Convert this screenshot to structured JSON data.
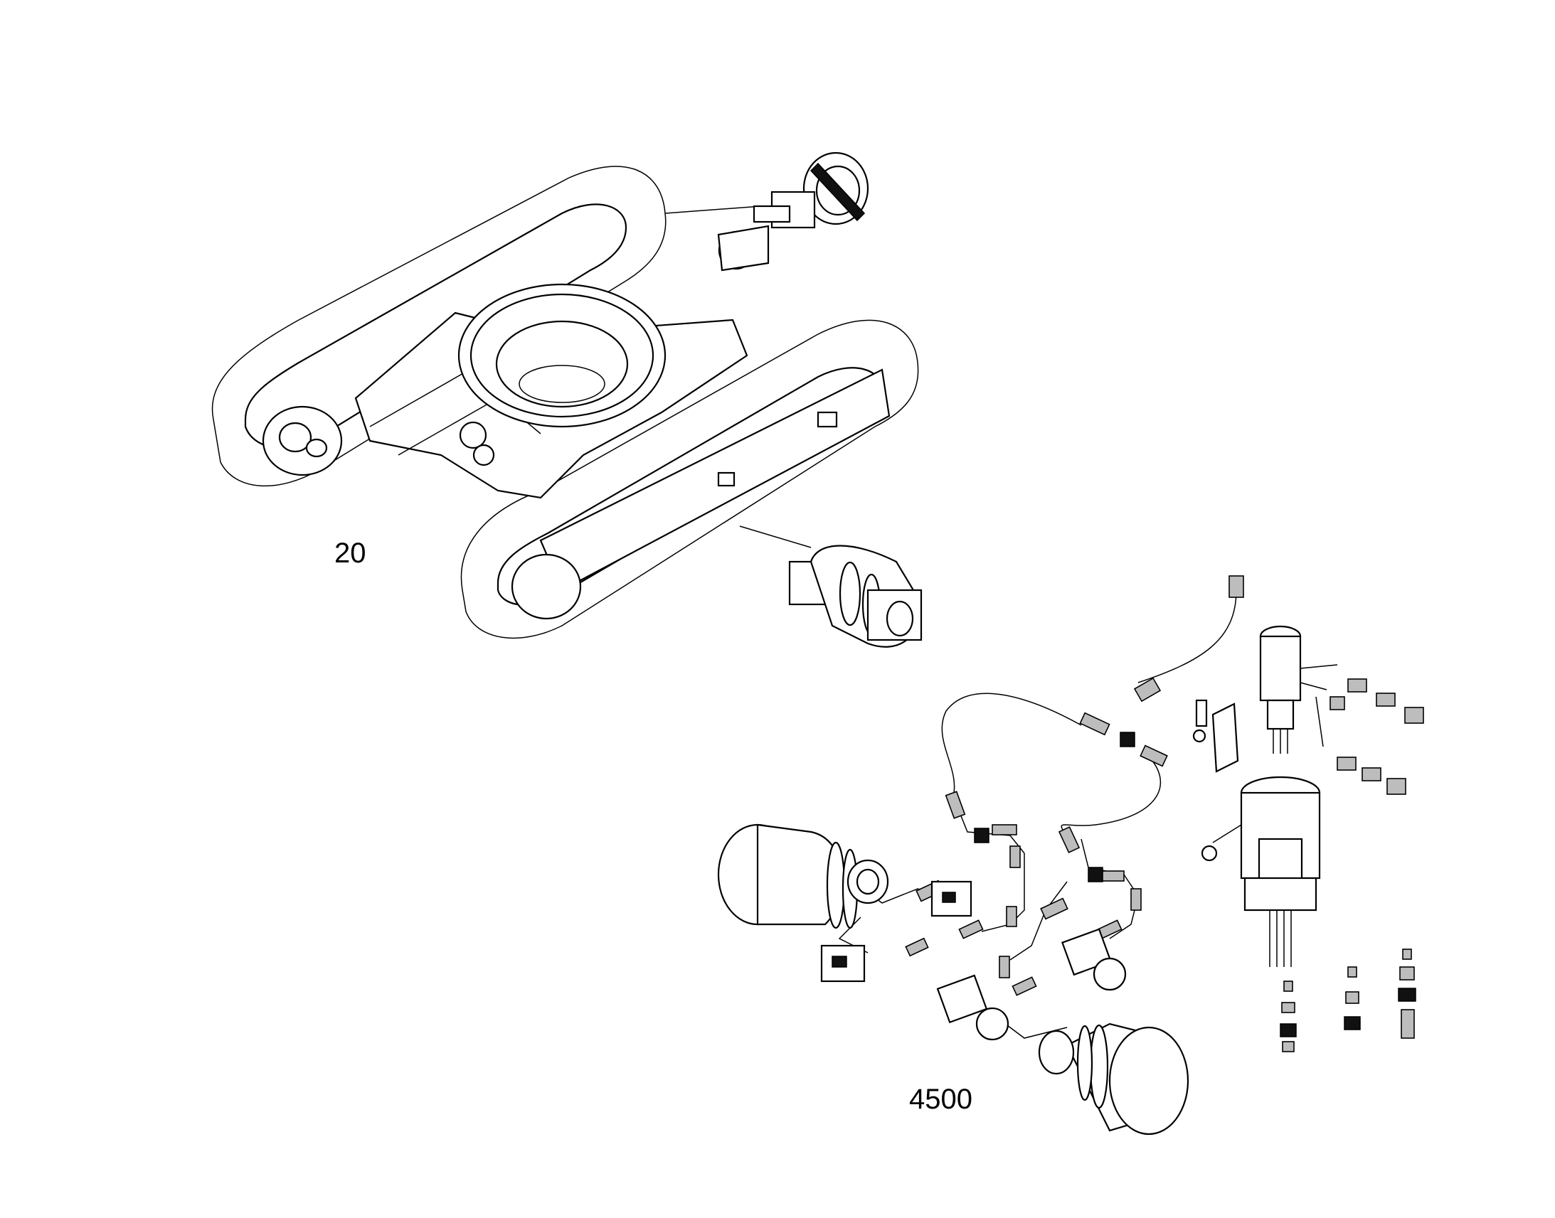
{
  "labels": {
    "undercarriage": "20",
    "hydraulic_travel": "4500"
  },
  "colors": {
    "ink": "#000000",
    "background": "#ffffff"
  },
  "icons": [
    "track-frame-drawing",
    "idler-wheel-drawing",
    "track-roller-drawing",
    "travel-motor-drawing",
    "swivel-joint-drawing",
    "hydraulic-hose-drawing"
  ]
}
